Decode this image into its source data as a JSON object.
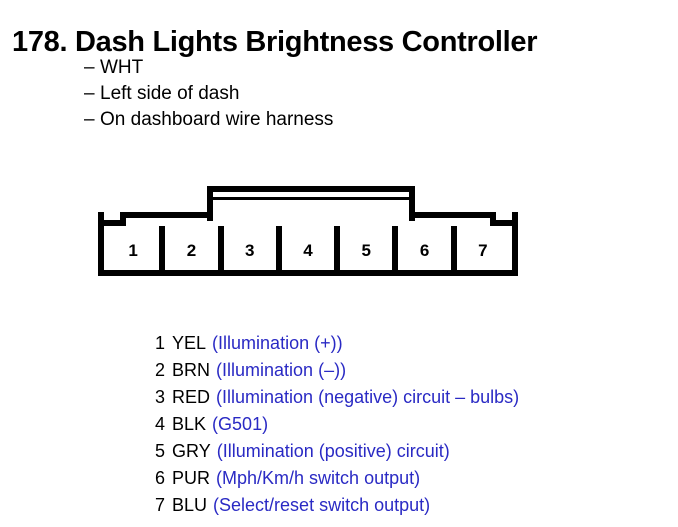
{
  "page": {
    "title": "178. Dash Lights Brightness Controller",
    "background_color": "#ffffff",
    "text_color": "#000000",
    "description_color": "#2a2ac4"
  },
  "description": {
    "dash": "–",
    "items": [
      {
        "text": "WHT"
      },
      {
        "text": "Left side of dash"
      },
      {
        "text": "On dashboard wire harness"
      }
    ]
  },
  "connector": {
    "pin_count": 7,
    "pins": [
      {
        "number": "1"
      },
      {
        "number": "2"
      },
      {
        "number": "3"
      },
      {
        "number": "4"
      },
      {
        "number": "5"
      },
      {
        "number": "6"
      },
      {
        "number": "7"
      }
    ]
  },
  "legend": {
    "rows": [
      {
        "number": "1",
        "color": "YEL",
        "desc": "(Illumination (+))"
      },
      {
        "number": "2",
        "color": "BRN",
        "desc": "(Illumination (–))"
      },
      {
        "number": "3",
        "color": "RED",
        "desc": "(Illumination (negative) circuit – bulbs)"
      },
      {
        "number": "4",
        "color": "BLK",
        "desc": "(G501)"
      },
      {
        "number": "5",
        "color": "GRY",
        "desc": "(Illumination (positive) circuit)"
      },
      {
        "number": "6",
        "color": "PUR",
        "desc": "(Mph/Km/h switch output)"
      },
      {
        "number": "7",
        "color": "BLU",
        "desc": "(Select/reset switch output)"
      }
    ]
  }
}
